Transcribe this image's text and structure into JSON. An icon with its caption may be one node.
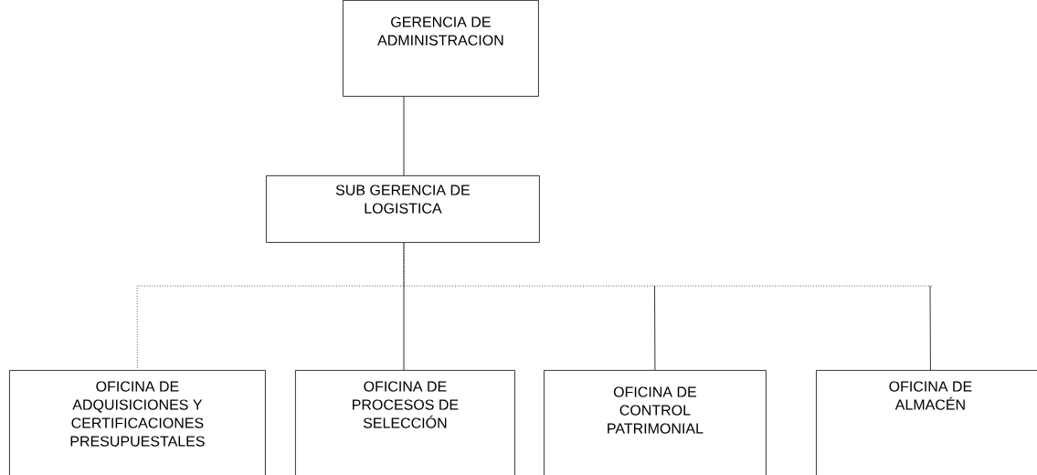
{
  "diagram": {
    "nodes": [
      {
        "text": [
          "GERENCIA DE ADMINISTRACION"
        ]
      },
      {
        "text": [
          "SUB GERENCIA DE LOGISTICA"
        ]
      },
      {
        "text": [
          "OFICINA DE ADQUISICIONES Y CERTIFICACIONES PRESUPUESTALES"
        ]
      },
      {
        "text": [
          "OFICINA DE PROCESOS DE SELECCIÓN"
        ]
      },
      {
        "text": [
          "OFICINA DE CONTROL PATRIMONIAL"
        ]
      },
      {
        "text": [
          "OFICINA DE ALMACÉN"
        ]
      }
    ],
    "edges": [
      {
        "from": 0,
        "to": 1,
        "arrow": "none"
      },
      {
        "from": 1,
        "to": 2,
        "arrow": "none",
        "style": "dashed"
      },
      {
        "from": 1,
        "to": 3,
        "arrow": "none"
      },
      {
        "from": 1,
        "to": 4,
        "arrow": "none",
        "style": "dashed"
      },
      {
        "from": 1,
        "to": 5,
        "arrow": "none",
        "style": "dashed"
      }
    ]
  }
}
